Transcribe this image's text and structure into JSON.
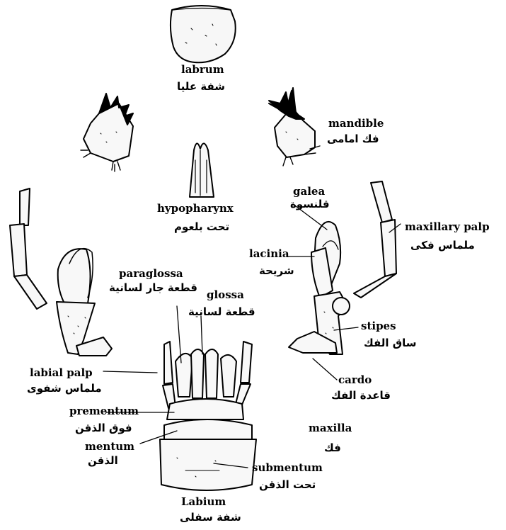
{
  "labels": {
    "labrum": "labrum",
    "labrum_ar": "شفة عليا",
    "mandible": "mandible",
    "mandible_ar": "فك امامى",
    "hypopharynx": "hypopharynx",
    "hypopharynx_ar": "تحت بلعوم",
    "galea": "galea",
    "galea_ar": "قلنسوة",
    "maxillary_palp": "maxillary palp",
    "maxillary_palp_ar": "ملماس فكى",
    "lacinia": "lacinia",
    "lacinia_ar": "شريحة",
    "paraglossa": "paraglossa",
    "paraglossa_ar": "قطعة جار لسانية",
    "glossa": "glossa",
    "glossa_ar": "قطعة لسانية",
    "stipes": "stipes",
    "stipes_ar": "ساق الفك",
    "labial_palp": "labial palp",
    "labial_palp_ar": "ملماس شفوى",
    "cardo": "cardo",
    "cardo_ar": "قاعدة الفك",
    "prementum": "prementum",
    "prementum_ar": "فوق الذقن",
    "maxilla": "maxilla",
    "maxilla_ar": "فك",
    "mentum": "mentum",
    "mentum_ar": "الذقن",
    "submentum": "submentum",
    "submentum_ar": "تحت الذقن",
    "labium": "Labium",
    "labium_ar": "شفة سفلى"
  }
}
